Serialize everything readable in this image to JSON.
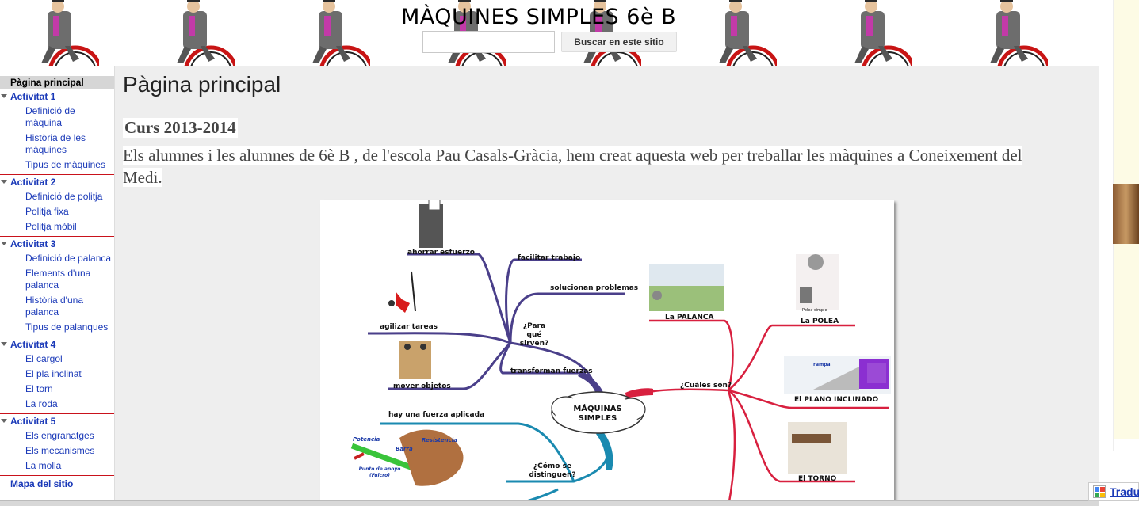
{
  "header": {
    "title": "MÀQUINES SIMPLES 6è B",
    "search_placeholder": "",
    "search_button": "Buscar en este sitio"
  },
  "sidebar": {
    "current": "Pàgina principal",
    "groups": [
      {
        "title": "Activitat 1",
        "items": [
          "Definició de màquina",
          "Història de les màquines",
          "Tipus de màquines"
        ]
      },
      {
        "title": "Activitat 2",
        "items": [
          "Definició de politja",
          "Politja fixa",
          "Politja mòbil"
        ]
      },
      {
        "title": "Activitat 3",
        "items": [
          "Definició de palanca",
          "Elements d'una palanca",
          "Història d'una palanca",
          "Tipus de palanques"
        ]
      },
      {
        "title": "Activitat 4",
        "items": [
          "El cargol",
          "El pla inclinat",
          "El torn",
          "La roda"
        ]
      },
      {
        "title": "Activitat 5",
        "items": [
          "Els engranatges",
          "Els mecanismes",
          "La molla"
        ]
      }
    ],
    "sitemap": "Mapa del sitio"
  },
  "main": {
    "page_title": "Pàgina principal",
    "course": "Curs 2013-2014",
    "intro": "Els alumnes i les alumnes de 6è B , de l'escola  Pau Casals-Gràcia, hem creat aquesta web per treballar les màquines a Coneixement del Medi."
  },
  "mindmap": {
    "center": "MÁQUINAS SIMPLES",
    "labels": {
      "ahorrar": "ahorrar esfuerzo",
      "facilitar": "facilitar trabajo",
      "solucionan": "solucionan problemas",
      "agilizar": "agilizar tareas",
      "para_que": "¿Para qué sirven?",
      "transforman": "transforman fuerzas",
      "mover": "mover objetos",
      "fuerza": "hay una fuerza aplicada",
      "como": "¿Cómo se distinguen?",
      "potencia": "Potencia",
      "barra": "Barra",
      "resistencia": "Resistencia",
      "apoyo": "Punto de apoyo (Fulcro)",
      "cuales": "¿Cuáles son?",
      "palanca": "La PALANCA",
      "polea": "La POLEA",
      "polea_simple": "Polea simple",
      "plano": "El PLANO INCLINADO",
      "rampa": "rampa",
      "torno": "El TORNO"
    },
    "colors": {
      "purple": "#4a3f8a",
      "red": "#d8203f",
      "teal": "#1a8ab0"
    }
  },
  "footer": {
    "translate": "Tradu"
  }
}
